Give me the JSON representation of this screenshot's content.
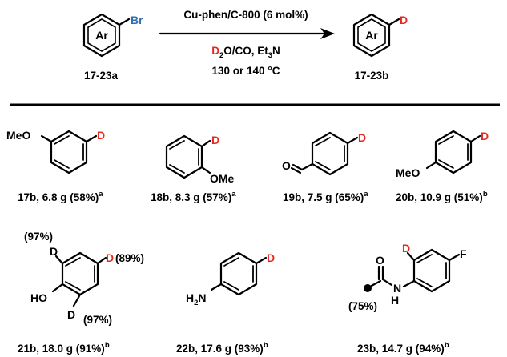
{
  "scheme": {
    "reactant_ring_label": "Ar",
    "reactant_substituent": "Br",
    "reactant_id": "17-23a",
    "product_ring_label": "Ar",
    "product_substituent": "D",
    "product_id": "17-23b",
    "conditions": {
      "catalyst": "Cu-phen/C-800 (6 mol%)",
      "reagents_d": "D",
      "reagents_sub": "2",
      "reagents_rest": "O/CO, Et",
      "reagents_sub2": "3",
      "reagents_tail": "N",
      "temperature": "130 or 140 °C"
    }
  },
  "compounds": [
    {
      "id": "17b",
      "prefix": "17b, 6.8 g (58%)",
      "sup": "a",
      "groups": {
        "ome": "MeO",
        "d": "D"
      }
    },
    {
      "id": "18b",
      "prefix": "18b, 8.3 g  (57%)",
      "sup": "a",
      "groups": {
        "ome": "OMe",
        "d": "D"
      }
    },
    {
      "id": "19b",
      "prefix": "19b, 7.5 g (65%)",
      "sup": "a",
      "groups": {
        "o": "O",
        "d": "D"
      }
    },
    {
      "id": "20b",
      "prefix": "20b, 10.9 g (51%)",
      "sup": "b",
      "groups": {
        "ome": "MeO",
        "d": "D"
      }
    },
    {
      "id": "21b",
      "prefix": "21b, 18.0 g (91%)",
      "sup": "b",
      "groups": {
        "ho": "HO",
        "d1": "D",
        "d2": "D",
        "d3": "D",
        "p1": "(97%)",
        "p2": "(89%)",
        "p3": "(97%)"
      }
    },
    {
      "id": "22b",
      "prefix": "22b, 17.6 g (93%)",
      "sup": "b",
      "groups": {
        "h2n_h": "H",
        "h2n_sub": "2",
        "h2n_n": "N",
        "d": "D"
      }
    },
    {
      "id": "23b",
      "prefix": "23b,  14.7 g (94%)",
      "sup": "b",
      "groups": {
        "o": "O",
        "d": "D",
        "f": "F",
        "nh": "N",
        "h": "H",
        "p": "(75%)"
      }
    }
  ]
}
